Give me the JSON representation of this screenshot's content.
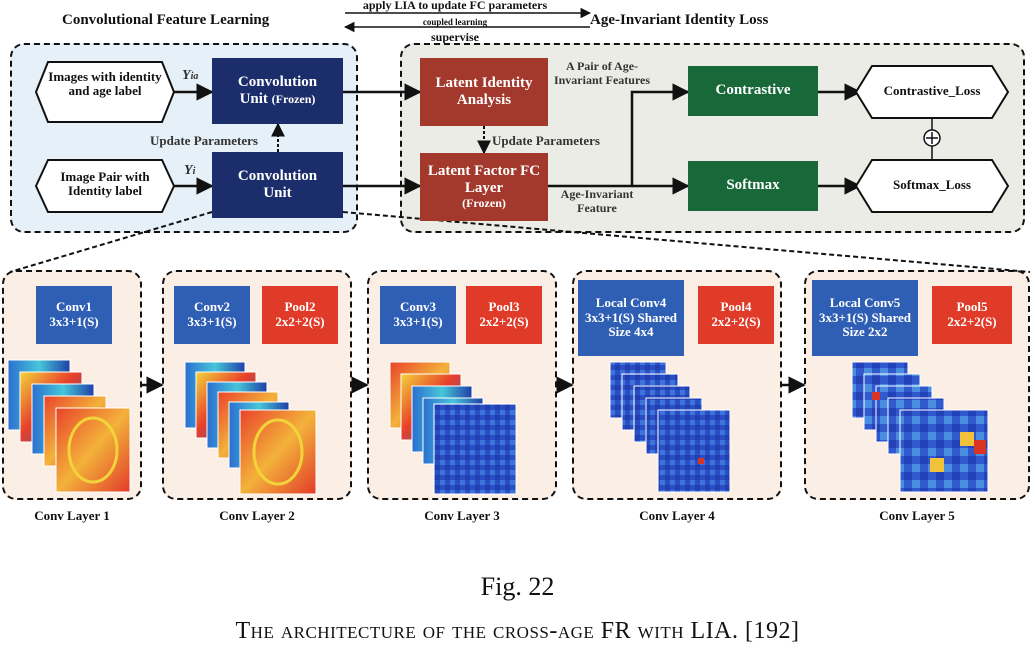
{
  "titles": {
    "left": "Convolutional Feature Learning",
    "right": "Age-Invariant Identity Loss"
  },
  "top_arrows": {
    "apply": "apply LIA to update FC parameters",
    "coupled": "coupled learning",
    "supervise": "supervise"
  },
  "left_panel": {
    "input1": "Images with identity and age label",
    "input2": "Image Pair with Identity label",
    "y_ia": "Y",
    "y_ia_sub": "ia",
    "y_i": "Y",
    "y_i_sub": "i",
    "conv_frozen_title": "Convolution",
    "conv_frozen_sub": "Unit",
    "conv_frozen_tag": "(Frozen)",
    "update_params": "Update Parameters",
    "conv_unit": "Convolution Unit"
  },
  "right_panel": {
    "lia": "Latent Identity Analysis",
    "update_params": "Update Parameters",
    "fc_title": "Latent Factor FC Layer",
    "fc_tag": "(Frozen)",
    "pair_feat": "A Pair of Age-Invariant Features",
    "age_feat": "Age-Invariant Feature",
    "contrastive": "Contrastive",
    "softmax": "Softmax",
    "contrastive_loss": "Contrastive_Loss",
    "softmax_loss": "Softmax_Loss",
    "plus": "⊕"
  },
  "layers": [
    {
      "label": "Conv Layer 1",
      "conv": "Conv1 3x3+1(S)",
      "pool": ""
    },
    {
      "label": "Conv Layer 2",
      "conv": "Conv2 3x3+1(S)",
      "pool": "Pool2 2x2+2(S)"
    },
    {
      "label": "Conv Layer 3",
      "conv": "Conv3 3x3+1(S)",
      "pool": "Pool3 2x2+2(S)"
    },
    {
      "label": "Conv Layer 4",
      "conv": "Local Conv4 3x3+1(S) Shared Size 4x4",
      "pool": "Pool4 2x2+2(S)"
    },
    {
      "label": "Conv Layer 5",
      "conv": "Local Conv5 3x3+1(S) Shared Size 2x2",
      "pool": "Pool5 2x2+2(S)"
    }
  ],
  "caption": {
    "fig": "Fig. 22",
    "text": "The architecture of the cross-age FR with LIA. [192]"
  },
  "colors": {
    "navy": "#1b2d6b",
    "brown": "#a3392c",
    "green": "#18683a",
    "blue": "#2f5fb4",
    "red": "#e03b28",
    "left_bg": "#e6f0f8",
    "right_bg": "#ecece6",
    "layer_bg": "#fbeee4"
  }
}
